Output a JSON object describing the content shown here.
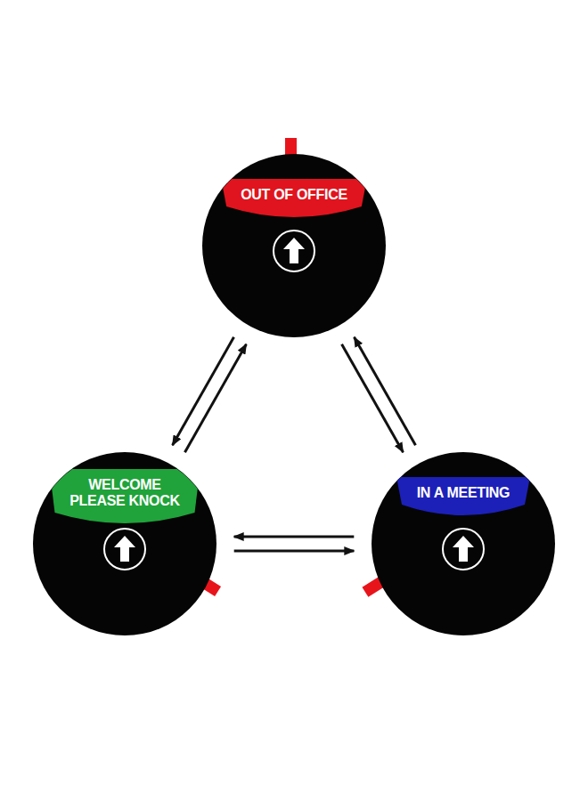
{
  "diagram": {
    "nodes": [
      {
        "text": [
          "OUT OF OFFICE"
        ]
      },
      {
        "text": [
          "WELCOME PLEASE KNOCK"
        ]
      },
      {
        "text": [
          "IN A MEETING"
        ]
      }
    ],
    "edges": [
      {
        "from": 0,
        "to": 1,
        "arrow": "to"
      },
      {
        "from": 1,
        "to": 0,
        "arrow": "to"
      },
      {
        "from": 0,
        "to": 2,
        "arrow": "to"
      },
      {
        "from": 2,
        "to": 0,
        "arrow": "to"
      },
      {
        "from": 1,
        "to": 2,
        "arrow": "to"
      },
      {
        "from": 2,
        "to": 1,
        "arrow": "to"
      }
    ]
  }
}
